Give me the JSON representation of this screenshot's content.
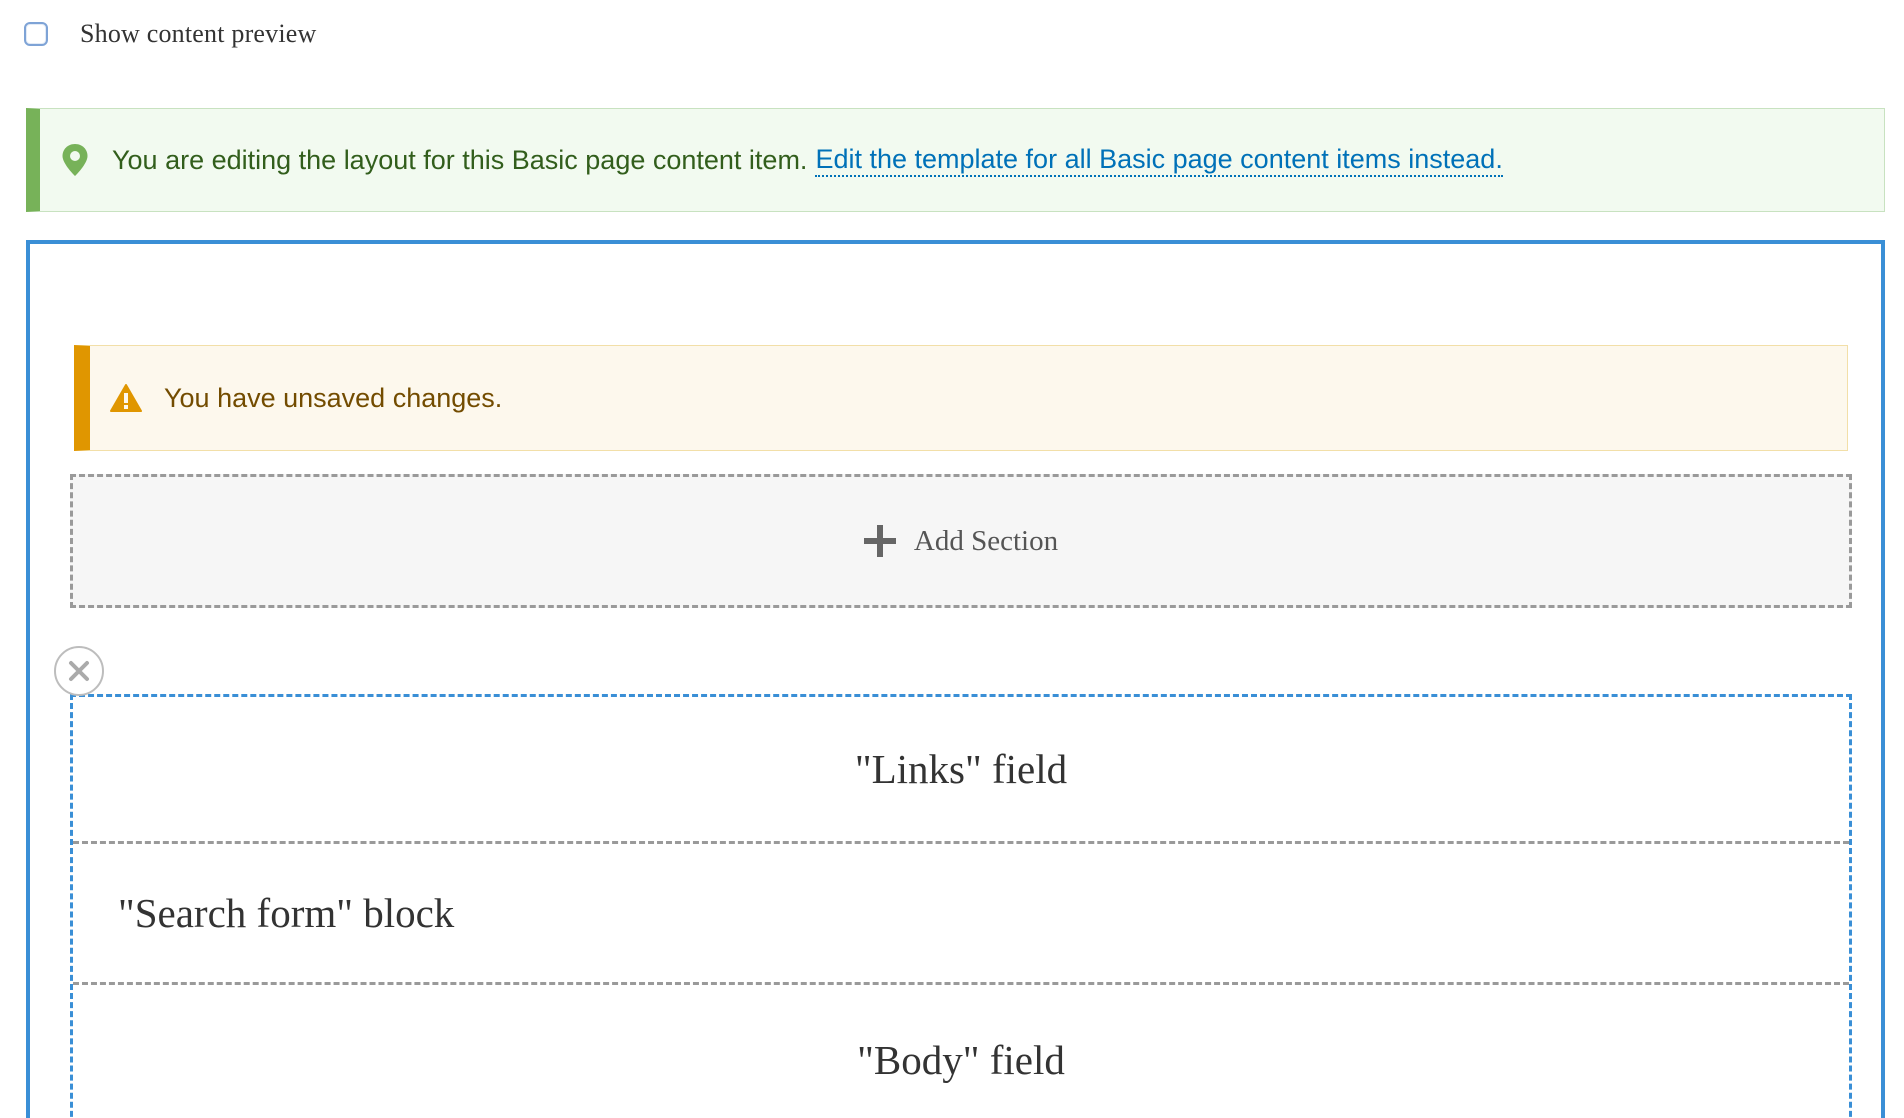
{
  "preview": {
    "label": "Show content preview",
    "checked": false
  },
  "status": {
    "icon": "map-pin-icon",
    "text": "You are editing the layout for this Basic page content item.",
    "link_text": "Edit the template for all Basic page content items instead.",
    "accent_color": "#77b259"
  },
  "warning": {
    "icon": "warning-triangle-icon",
    "text": "You have unsaved changes.",
    "accent_color": "#e09600"
  },
  "add_section": {
    "icon": "plus-icon",
    "label": "Add Section"
  },
  "section": {
    "remove_icon": "close-icon",
    "blocks": [
      {
        "label": "\"Links\" field"
      },
      {
        "label": "\"Search form\" block"
      },
      {
        "label": "\"Body\" field"
      }
    ]
  }
}
